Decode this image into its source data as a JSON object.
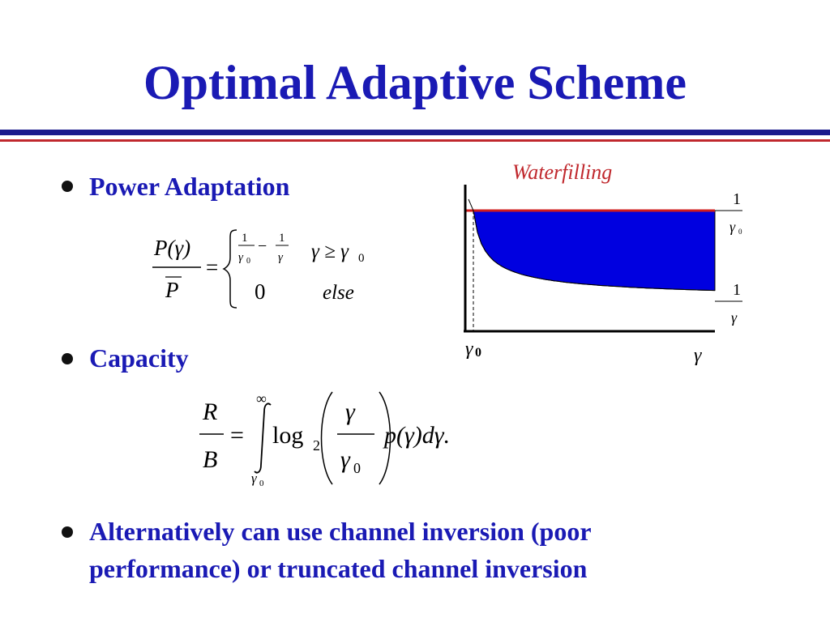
{
  "slide": {
    "title": "Optimal Adaptive Scheme",
    "bullets": [
      "Power Adaptation",
      "Capacity",
      "Alternatively can use channel inversion (poor",
      "performance) or truncated channel inversion"
    ]
  },
  "power_eq": {
    "lhs_num": "P(γ)",
    "lhs_den": "P",
    "frac_one": "1",
    "gamma0": "γ",
    "zero_sub": "0",
    "gamma": "γ",
    "cond1": "γ ≥ γ",
    "case2_value": "0",
    "case2_cond": "else"
  },
  "capacity_eq": {
    "lhs_num": "R",
    "lhs_den": "B",
    "upper_limit": "∞",
    "lower_limit": "γ",
    "log": "log",
    "log_base": "2",
    "frac_num": "γ",
    "frac_den": "γ",
    "tail": "p(γ)dγ."
  },
  "figure": {
    "caption": "Waterfilling",
    "x_tick": "γ",
    "x_tick_sub": "0",
    "x_axis": "γ",
    "right_top_num": "1",
    "right_top_den": "γ",
    "right_top_den_sub": "0",
    "right_bottom_num": "1",
    "right_bottom_den": "γ",
    "colors": {
      "fill": "#0000e0",
      "level": "#d01c1c"
    }
  }
}
